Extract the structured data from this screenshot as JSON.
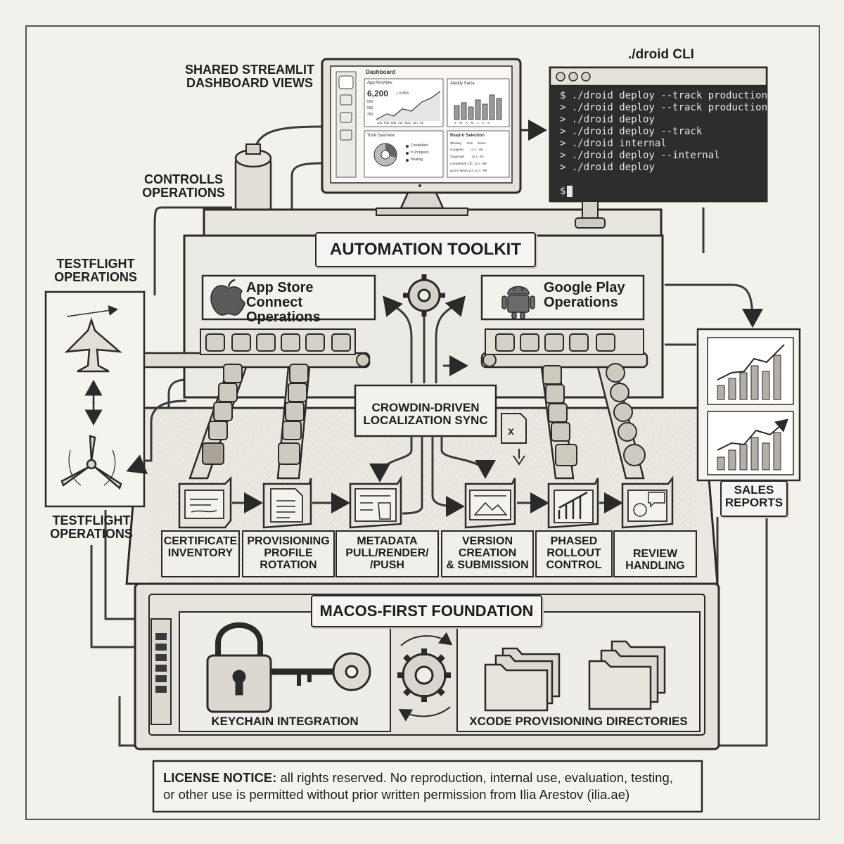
{
  "labels": {
    "shared_dashboard": "SHARED STREAMLIT\nDASHBOARD VIEWS",
    "controls_operations": "CONTROLLS\nOPERATIONS",
    "testflight_top": "TESTFLIGHT\nOPERATIONS",
    "testflight_bottom": "TESTFLIGHT\nOPERATIONS",
    "droid_cli": "./droid CLI",
    "sales_reports": "SALES\nREPORTS"
  },
  "toolkit": {
    "title": "AUTOMATION TOOLKIT",
    "app_store": "App Store Connect\nOperations",
    "google_play": "Google Play\nOperations",
    "crowdin": "CROWDIN-DRIVEN\nLOCALIZATION SYNC"
  },
  "stations": [
    {
      "label": "CERTIFICATE\nINVENTORY",
      "icon": "certificate-icon"
    },
    {
      "label": "PROVISIONING\nPROFILE\nROTATION",
      "icon": "document-icon"
    },
    {
      "label": "METADATA\nPULL/RENDER/\n/PUSH",
      "icon": "metadata-icon"
    },
    {
      "label": "VERSION\nCREATION\n& SUBMISSION",
      "icon": "image-window-icon"
    },
    {
      "label": "PHASED\nROLLOUT\nCONTROL",
      "icon": "rollout-chart-icon"
    },
    {
      "label": "REVIEW\nHANDLING",
      "icon": "review-gear-icon"
    }
  ],
  "foundation": {
    "title": "MACOS-FIRST FOUNDATION",
    "keychain": "KEYCHAIN INTEGRATION",
    "xcode": "XCODE PROVISIONING DIRECTORIES"
  },
  "terminal": {
    "lines": [
      "$ ./droid deploy --track production",
      "> ./droid deploy --track production",
      "> ./droid deploy",
      "> ./droid deploy --track",
      "> ./droid internal",
      "> ./droid deploy --internal",
      "> ./droid deploy"
    ],
    "prompt": "$"
  },
  "dashboard": {
    "title": "Dashboard",
    "card1_title": "App Activities",
    "card1_value": "6,200",
    "card1_delta": "+ 0.05%",
    "card1_yticks": [
      "550",
      "560",
      "250"
    ],
    "card1_months": "Jan  Feb  Mar  Apr  May  Jun  Jul",
    "card2_title": "Aledity Saize",
    "card2_months": "J    M    A    M    J    A    S",
    "card3_title": "Tonk Overview",
    "card3_legend": [
      "Conalelted",
      "In Progress",
      "Heating"
    ],
    "card4_title": "Read-ir Selection",
    "card4_headers": "Whosky      Size     Slxtes",
    "card4_rows": [
      "surggenin       12.4 - 88",
      "Ssgunsad        12.4 - 64",
      "consplerted Ctb  12.4 - 88",
      "gozm hbrtan ycs 12.4 - 88"
    ]
  },
  "license": {
    "heading": "LICENSE NOTICE:",
    "text": " all rights reserved. No reproduction, internal use, evaluation, testing,",
    "text2": "or other use is permitted without prior written permission from Ilia Arestov (ilia.ae)"
  }
}
